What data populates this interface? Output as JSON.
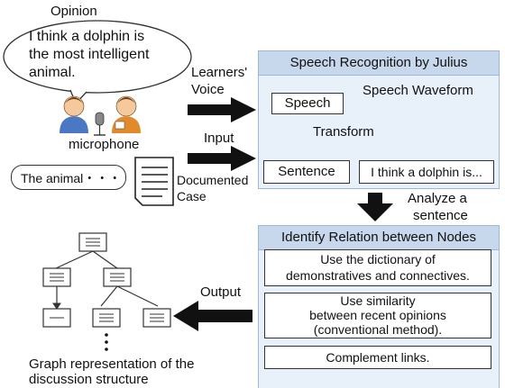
{
  "opinion": {
    "label": "Opinion",
    "bubble_lines": [
      "I think a dolphin is",
      "the most intelligent",
      "animal."
    ]
  },
  "input_side": {
    "microphone_label": "microphone",
    "learners_voice_lines": [
      "Learners'",
      "Voice"
    ],
    "input_label": "Input",
    "documented_case_lines": [
      "Documented",
      "Case"
    ],
    "typed_text": "The animal・・・"
  },
  "speech_panel": {
    "title": "Speech Recognition by Julius",
    "speech_label": "Speech",
    "waveform_label": "Speech Waveform",
    "transform_label": "Transform",
    "sentence_label": "Sentence",
    "result_text": "I think a dolphin is..."
  },
  "analyze_lines": [
    "Analyze a",
    "sentence"
  ],
  "relation_panel": {
    "title": "Identify Relation between Nodes",
    "step1_lines": [
      "Use the dictionary of",
      "demonstratives and connectives."
    ],
    "step2_lines": [
      "Use similarity",
      "between recent opinions",
      "(conventional method)."
    ],
    "step3": "Complement links."
  },
  "output_label": "Output",
  "graph_caption_lines": [
    "Graph representation of the",
    "discussion structure"
  ],
  "colors": {
    "panel_fill": "#e8f0fa",
    "panel_header": "#c7d7ec",
    "wave": "#c0392b",
    "down_arrow": "#f08a24",
    "arrow_black": "#111111"
  }
}
